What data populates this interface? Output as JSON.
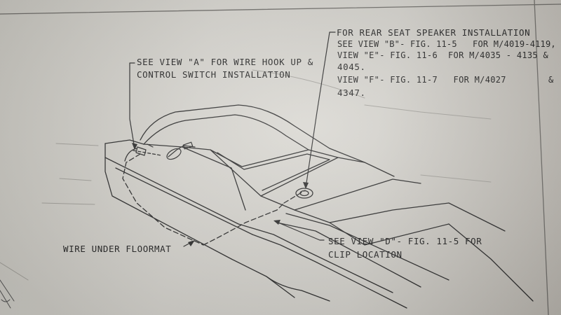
{
  "callouts": {
    "view_a_line1": "SEE VIEW \"A\" FOR WIRE HOOK UP &",
    "view_a_line2": "CONTROL SWITCH INSTALLATION",
    "rear_line1": "FOR REAR SEAT SPEAKER INSTALLATION",
    "rear_line2": "SEE VIEW \"B\"- FIG. 11-5   FOR M/4019-4119,",
    "rear_line3": "VIEW \"E\"- FIG. 11-6  FOR M/4035 - 4135 &",
    "rear_line4": "4045.",
    "rear_line5": "VIEW \"F\"- FIG. 11-7   FOR M/4027        &",
    "rear_line6": "4347.",
    "wire": "WIRE UNDER FLOORMAT",
    "view_d_line1": "SEE VIEW \"D\"- FIG. 11-5 FOR",
    "view_d_line2": "CLIP LOCATION"
  },
  "colors": {
    "paper": "#d6d4ce",
    "ink": "#2a2a2a",
    "faded": "#9c9a94"
  }
}
